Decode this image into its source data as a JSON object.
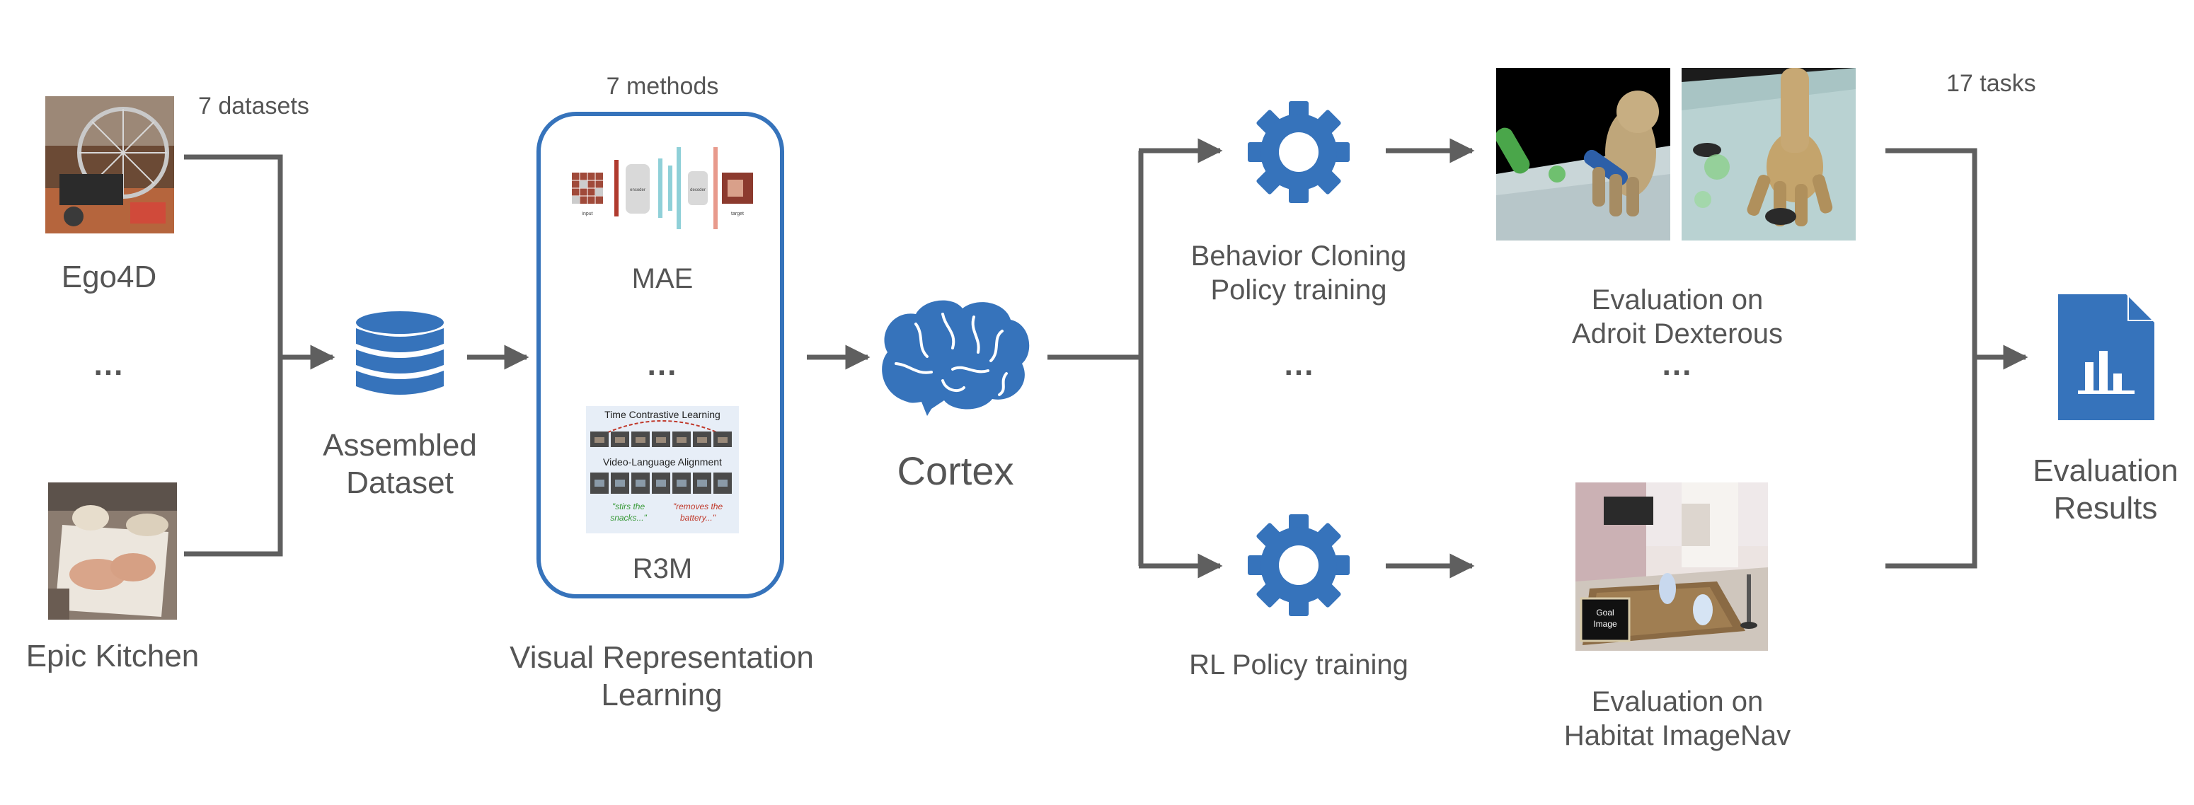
{
  "sources": {
    "count_label": "7 datasets",
    "ego4d": "Ego4D",
    "epic_kitchen": "Epic Kitchen",
    "ellipsis": "..."
  },
  "dataset": {
    "line1": "Assembled",
    "line2": "Dataset"
  },
  "methods": {
    "count_label": "7 methods",
    "mae": "MAE",
    "ellipsis": "...",
    "r3m": "R3M",
    "caption_line1": "Visual Representation",
    "caption_line2": "Learning",
    "mae_figure": {
      "input": "input",
      "encoder": "encoder",
      "decoder": "decoder",
      "target": "target"
    },
    "r3m_figure": {
      "tcl": "Time Contrastive Learning",
      "vla": "Video-Language Alignment",
      "quote_green_1": "\"stirs the",
      "quote_green_2": "snacks...\"",
      "quote_red_1": "\"removes the",
      "quote_red_2": "battery...\""
    }
  },
  "model": {
    "name": "Cortex"
  },
  "training": {
    "bc_line1": "Behavior Cloning",
    "bc_line2": "Policy training",
    "ellipsis": "...",
    "rl": "RL Policy training"
  },
  "evaluation": {
    "tasks_label": "17 tasks",
    "adroit_line1": "Evaluation on",
    "adroit_line2": "Adroit Dexterous",
    "ellipsis": "...",
    "habitat_line1": "Evaluation on",
    "habitat_line2": "Habitat ImageNav",
    "goal_line1": "Goal",
    "goal_line2": "Image"
  },
  "results": {
    "line1": "Evaluation",
    "line2": "Results"
  },
  "colors": {
    "accent_blue": "#3673bb",
    "connector_gray": "#5f5f5f",
    "text_gray": "#555555"
  }
}
